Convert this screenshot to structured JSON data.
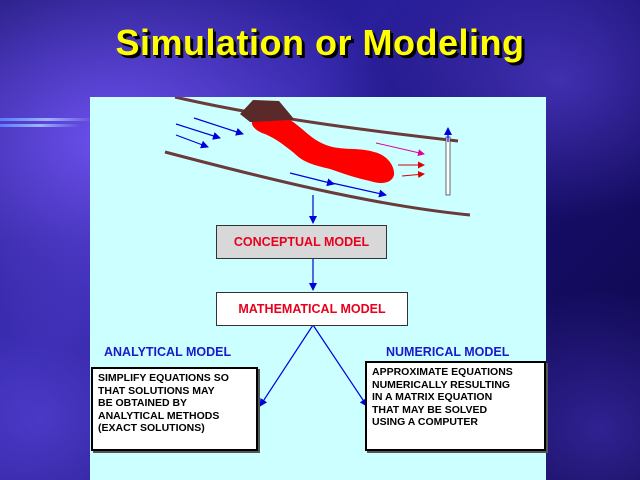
{
  "title": "Simulation or Modeling",
  "conceptual_model": "CONCEPTUAL MODEL",
  "mathematical_model": "MATHEMATICAL MODEL",
  "analytical": {
    "heading": "ANALYTICAL MODEL",
    "lines": [
      "SIMPLIFY EQUATIONS SO",
      "THAT SOLUTIONS MAY",
      "BE OBTAINED BY",
      "ANALYTICAL METHODS",
      "(EXACT SOLUTIONS)"
    ]
  },
  "numerical": {
    "heading": "NUMERICAL MODEL",
    "lines": [
      "APPROXIMATE EQUATIONS",
      "NUMERICALLY RESULTING",
      "IN A MATRIX EQUATION",
      "THAT MAY BE SOLVED",
      "USING A COMPUTER"
    ]
  },
  "colors": {
    "background": "#1b1470",
    "title": "#ffff00",
    "panel": "#ccffff",
    "box_text": "#e8001c",
    "heading_text": "#1a1acc",
    "plume": "#ff0000",
    "source": "#5a2a2a",
    "aquifer_bounds": "#6b3a3a",
    "flow_arrows": "#0000dd"
  }
}
